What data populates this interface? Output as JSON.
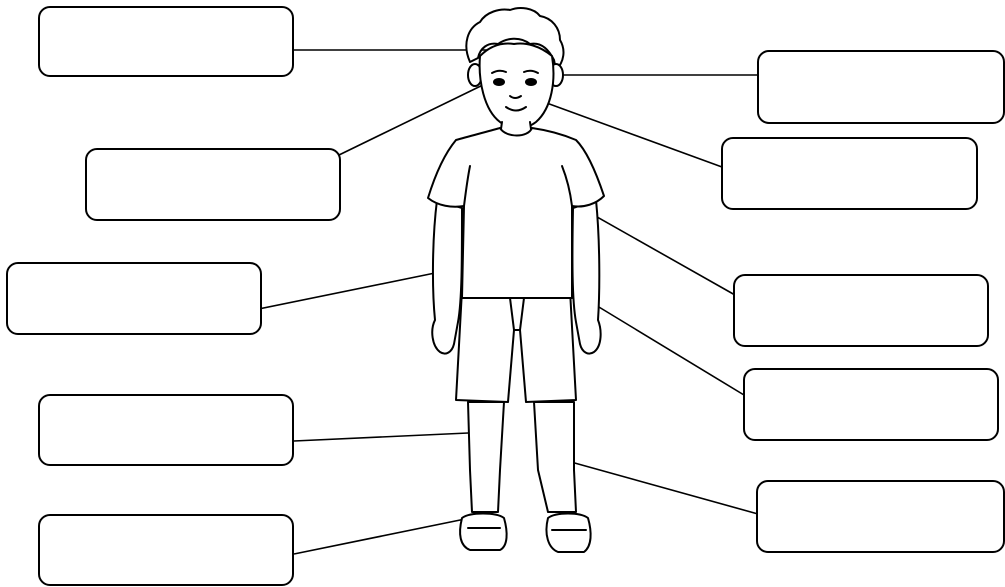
{
  "worksheet": {
    "labels": [
      {
        "id": "hair",
        "text": ""
      },
      {
        "id": "ear",
        "text": ""
      },
      {
        "id": "eye",
        "text": ""
      },
      {
        "id": "nose",
        "text": ""
      },
      {
        "id": "hand",
        "text": ""
      },
      {
        "id": "shirt",
        "text": ""
      },
      {
        "id": "shorts",
        "text": ""
      },
      {
        "id": "leg",
        "text": ""
      },
      {
        "id": "foot",
        "text": ""
      },
      {
        "id": "knee",
        "text": ""
      }
    ],
    "colors": {
      "line": "#000000",
      "fill": "#ffffff"
    },
    "illustration": "boy-figure"
  }
}
